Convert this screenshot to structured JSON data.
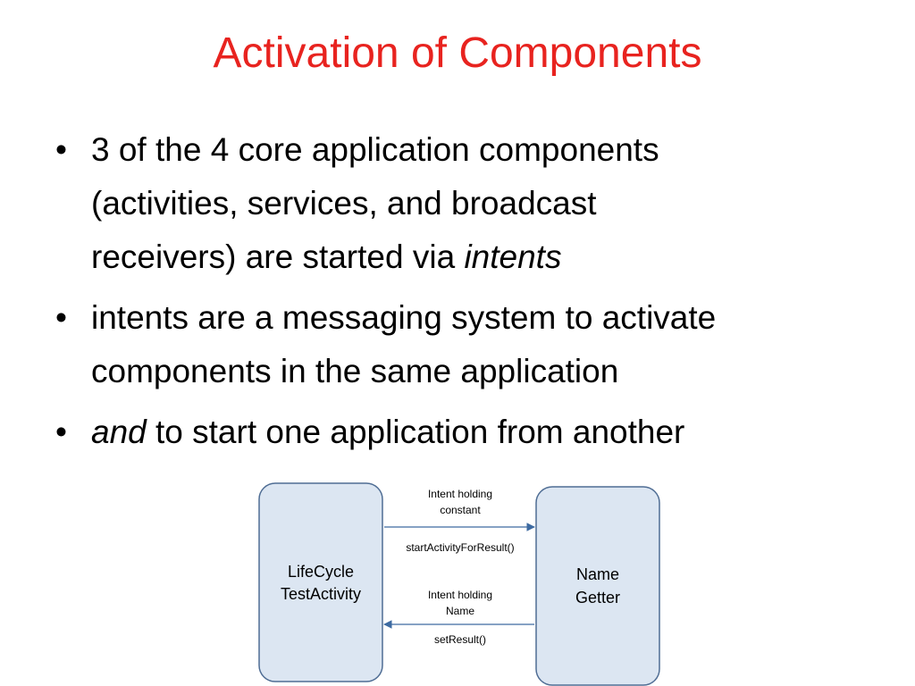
{
  "colors": {
    "title": "#e8231f",
    "text": "#000000",
    "box_fill": "#dce6f2",
    "box_stroke": "#4f6d94",
    "arrow": "#3d6aa1"
  },
  "slide": {
    "title": "Activation of Components",
    "bullets": [
      {
        "line1": "3 of the 4 core application components",
        "line2": "(activities, services, and broadcast",
        "line3_prefix": "receivers) are started via ",
        "line3_em": "intents"
      },
      {
        "line1": "intents are a messaging system to activate",
        "line2": "components in the same application"
      },
      {
        "em": "and",
        "rest": " to start one application from another"
      }
    ],
    "bullet_glyph": "•"
  },
  "diagram": {
    "left_box": {
      "line1": "LifeCycle",
      "line2": "TestActivity"
    },
    "right_box": {
      "line1": "Name",
      "line2": "Getter"
    },
    "top_arrow": {
      "label_above_1": "Intent holding",
      "label_above_2": "constant",
      "label_below": "startActivityForResult()",
      "direction": "right"
    },
    "bottom_arrow": {
      "label_above_1": "Intent holding",
      "label_above_2": "Name",
      "label_below": "setResult()",
      "direction": "left"
    }
  }
}
